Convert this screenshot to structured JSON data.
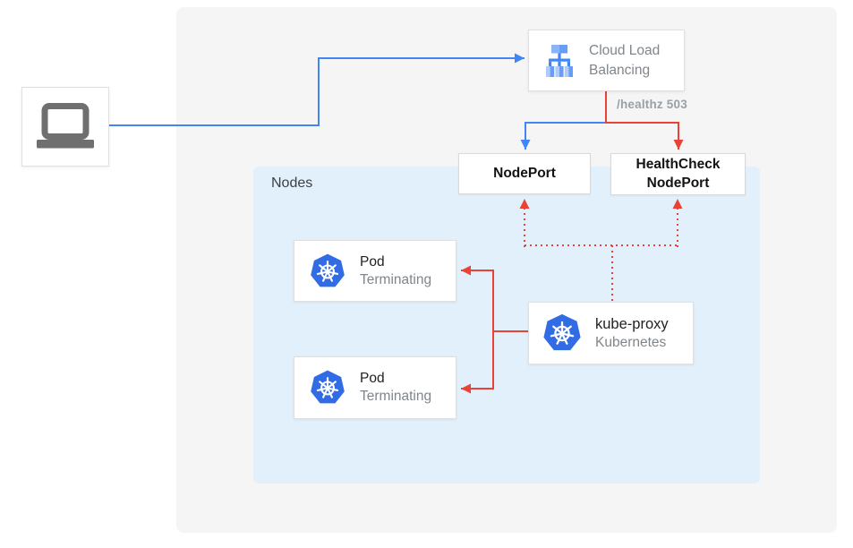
{
  "colors": {
    "flow_blue": "#4285f4",
    "flow_red": "#ea4335",
    "panel_background": "#f5f5f6",
    "nodes_background": "#e2f0fc",
    "kubernetes_blue": "#326ce5",
    "label_dark": "#131313",
    "label_gray": "#80868b"
  },
  "groups": {
    "nodes": {
      "label": "Nodes"
    }
  },
  "nodes": {
    "client": {
      "icon": "laptop"
    },
    "cloud_load_balancing": {
      "title": "Cloud Load Balancing",
      "icon": "cloud-load-balancing"
    },
    "nodeport": {
      "label": "NodePort"
    },
    "healthcheck_nodeport": {
      "label": "HealthCheck NodePort"
    },
    "pod_1": {
      "title": "Pod",
      "status": "Terminating",
      "icon": "kubernetes"
    },
    "pod_2": {
      "title": "Pod",
      "status": "Terminating",
      "icon": "kubernetes"
    },
    "kube_proxy": {
      "title": "kube-proxy",
      "subtitle": "Kubernetes",
      "icon": "kubernetes"
    }
  },
  "edges": {
    "healthz_label": "/healthz 503",
    "list": [
      {
        "from": "client",
        "to": "cloud_load_balancing",
        "style": "solid",
        "color": "#4285f4"
      },
      {
        "from": "cloud_load_balancing",
        "to": "nodeport",
        "style": "solid",
        "color": "#4285f4"
      },
      {
        "from": "cloud_load_balancing",
        "to": "healthcheck_nodeport",
        "style": "solid",
        "color": "#ea4335",
        "label": "/healthz 503"
      },
      {
        "from": "kube_proxy",
        "to": "pod_1",
        "style": "solid",
        "color": "#ea4335"
      },
      {
        "from": "kube_proxy",
        "to": "pod_2",
        "style": "solid",
        "color": "#ea4335"
      },
      {
        "from": "kube_proxy",
        "to": "nodeport",
        "style": "dotted",
        "color": "#ea4335"
      },
      {
        "from": "kube_proxy",
        "to": "healthcheck_nodeport",
        "style": "dotted",
        "color": "#ea4335"
      }
    ]
  }
}
